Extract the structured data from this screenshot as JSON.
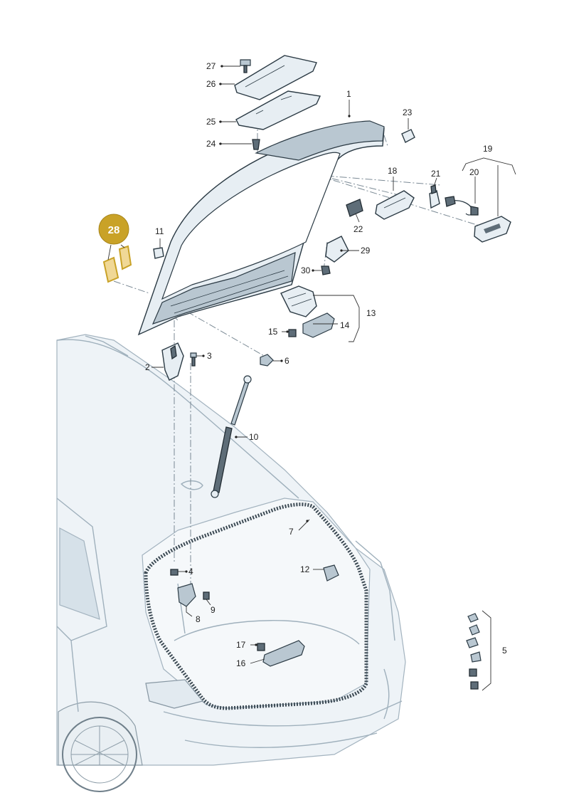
{
  "diagram": {
    "callouts": {
      "c1": "1",
      "c2": "2",
      "c3": "3",
      "c4": "4",
      "c5": "5",
      "c6": "6",
      "c7": "7",
      "c8": "8",
      "c9": "9",
      "c10": "10",
      "c11": "11",
      "c12": "12",
      "c13": "13",
      "c14": "14",
      "c15": "15",
      "c16": "16",
      "c17": "17",
      "c18": "18",
      "c19": "19",
      "c20": "20",
      "c21": "21",
      "c22": "22",
      "c23": "23",
      "c24": "24",
      "c25": "25",
      "c26": "26",
      "c27": "27",
      "c29": "29",
      "c30": "30"
    },
    "highlight": {
      "label": "28",
      "color": "#c9a227"
    },
    "colors": {
      "part_fill": "#e7eef3",
      "outline": "#2b3a44",
      "car_body": "#eef3f7"
    }
  }
}
